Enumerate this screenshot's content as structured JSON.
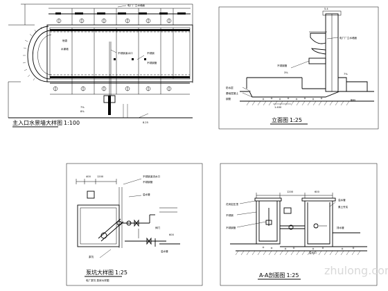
{
  "panels": {
    "plan": {
      "title": "主入口水景墙大样图",
      "scale": "1:100",
      "labels": [
        "电厂厂立水墙面",
        "喷泉",
        "水景墙",
        "不锈钢溪水口",
        "不锈钢",
        "不锈钢管"
      ],
      "small_labels": [
        "7%",
        "8%"
      ],
      "section_mark": "8.25"
    },
    "elevation": {
      "title": "立面图",
      "scale": "1:25",
      "labels": [
        "电厂厂立水墙面",
        "不锈钢管",
        "3%",
        "7%",
        "防水层",
        "基础混凝土",
        "钢筋",
        "粗砂"
      ],
      "top_mark": "5.4",
      "bottom_mark": "1.400"
    },
    "pump": {
      "title": "泵坑大样图",
      "scale": "1:25",
      "subtitle": "电厂泵坑 泵房大样图",
      "labels": [
        "不锈钢溪流水口",
        "不锈钢管",
        "溢水管",
        "溢水管",
        "泵坑",
        "阀门"
      ],
      "dims": [
        "400",
        "1200",
        "600"
      ]
    },
    "section": {
      "title": "A-A剖面图",
      "scale": "1:25",
      "labels": [
        "花岗岩压顶",
        "不锈钢",
        "不锈钢管",
        "溢水管",
        "素土夯实",
        "溢水口",
        "排水管"
      ],
      "dims": [
        "1200",
        "600"
      ]
    }
  },
  "watermark": "zhulong.com"
}
